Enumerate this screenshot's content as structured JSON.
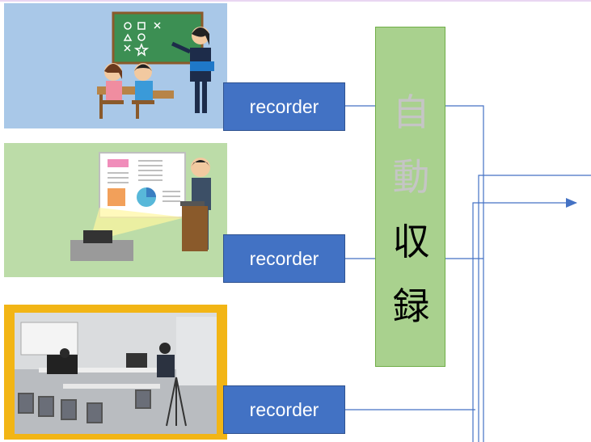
{
  "recorders": [
    {
      "label": "recorder"
    },
    {
      "label": "recorder"
    },
    {
      "label": "recorder"
    }
  ],
  "auto_box": {
    "chars": [
      "自",
      "動",
      "収",
      "録"
    ]
  },
  "colors": {
    "recorder_fill": "#4272c4",
    "auto_fill": "#a9d18e",
    "line": "#4472c4",
    "panel1": "#a9c8e8",
    "panel2": "#bcdca8",
    "panel3_border": "#f2b515"
  }
}
